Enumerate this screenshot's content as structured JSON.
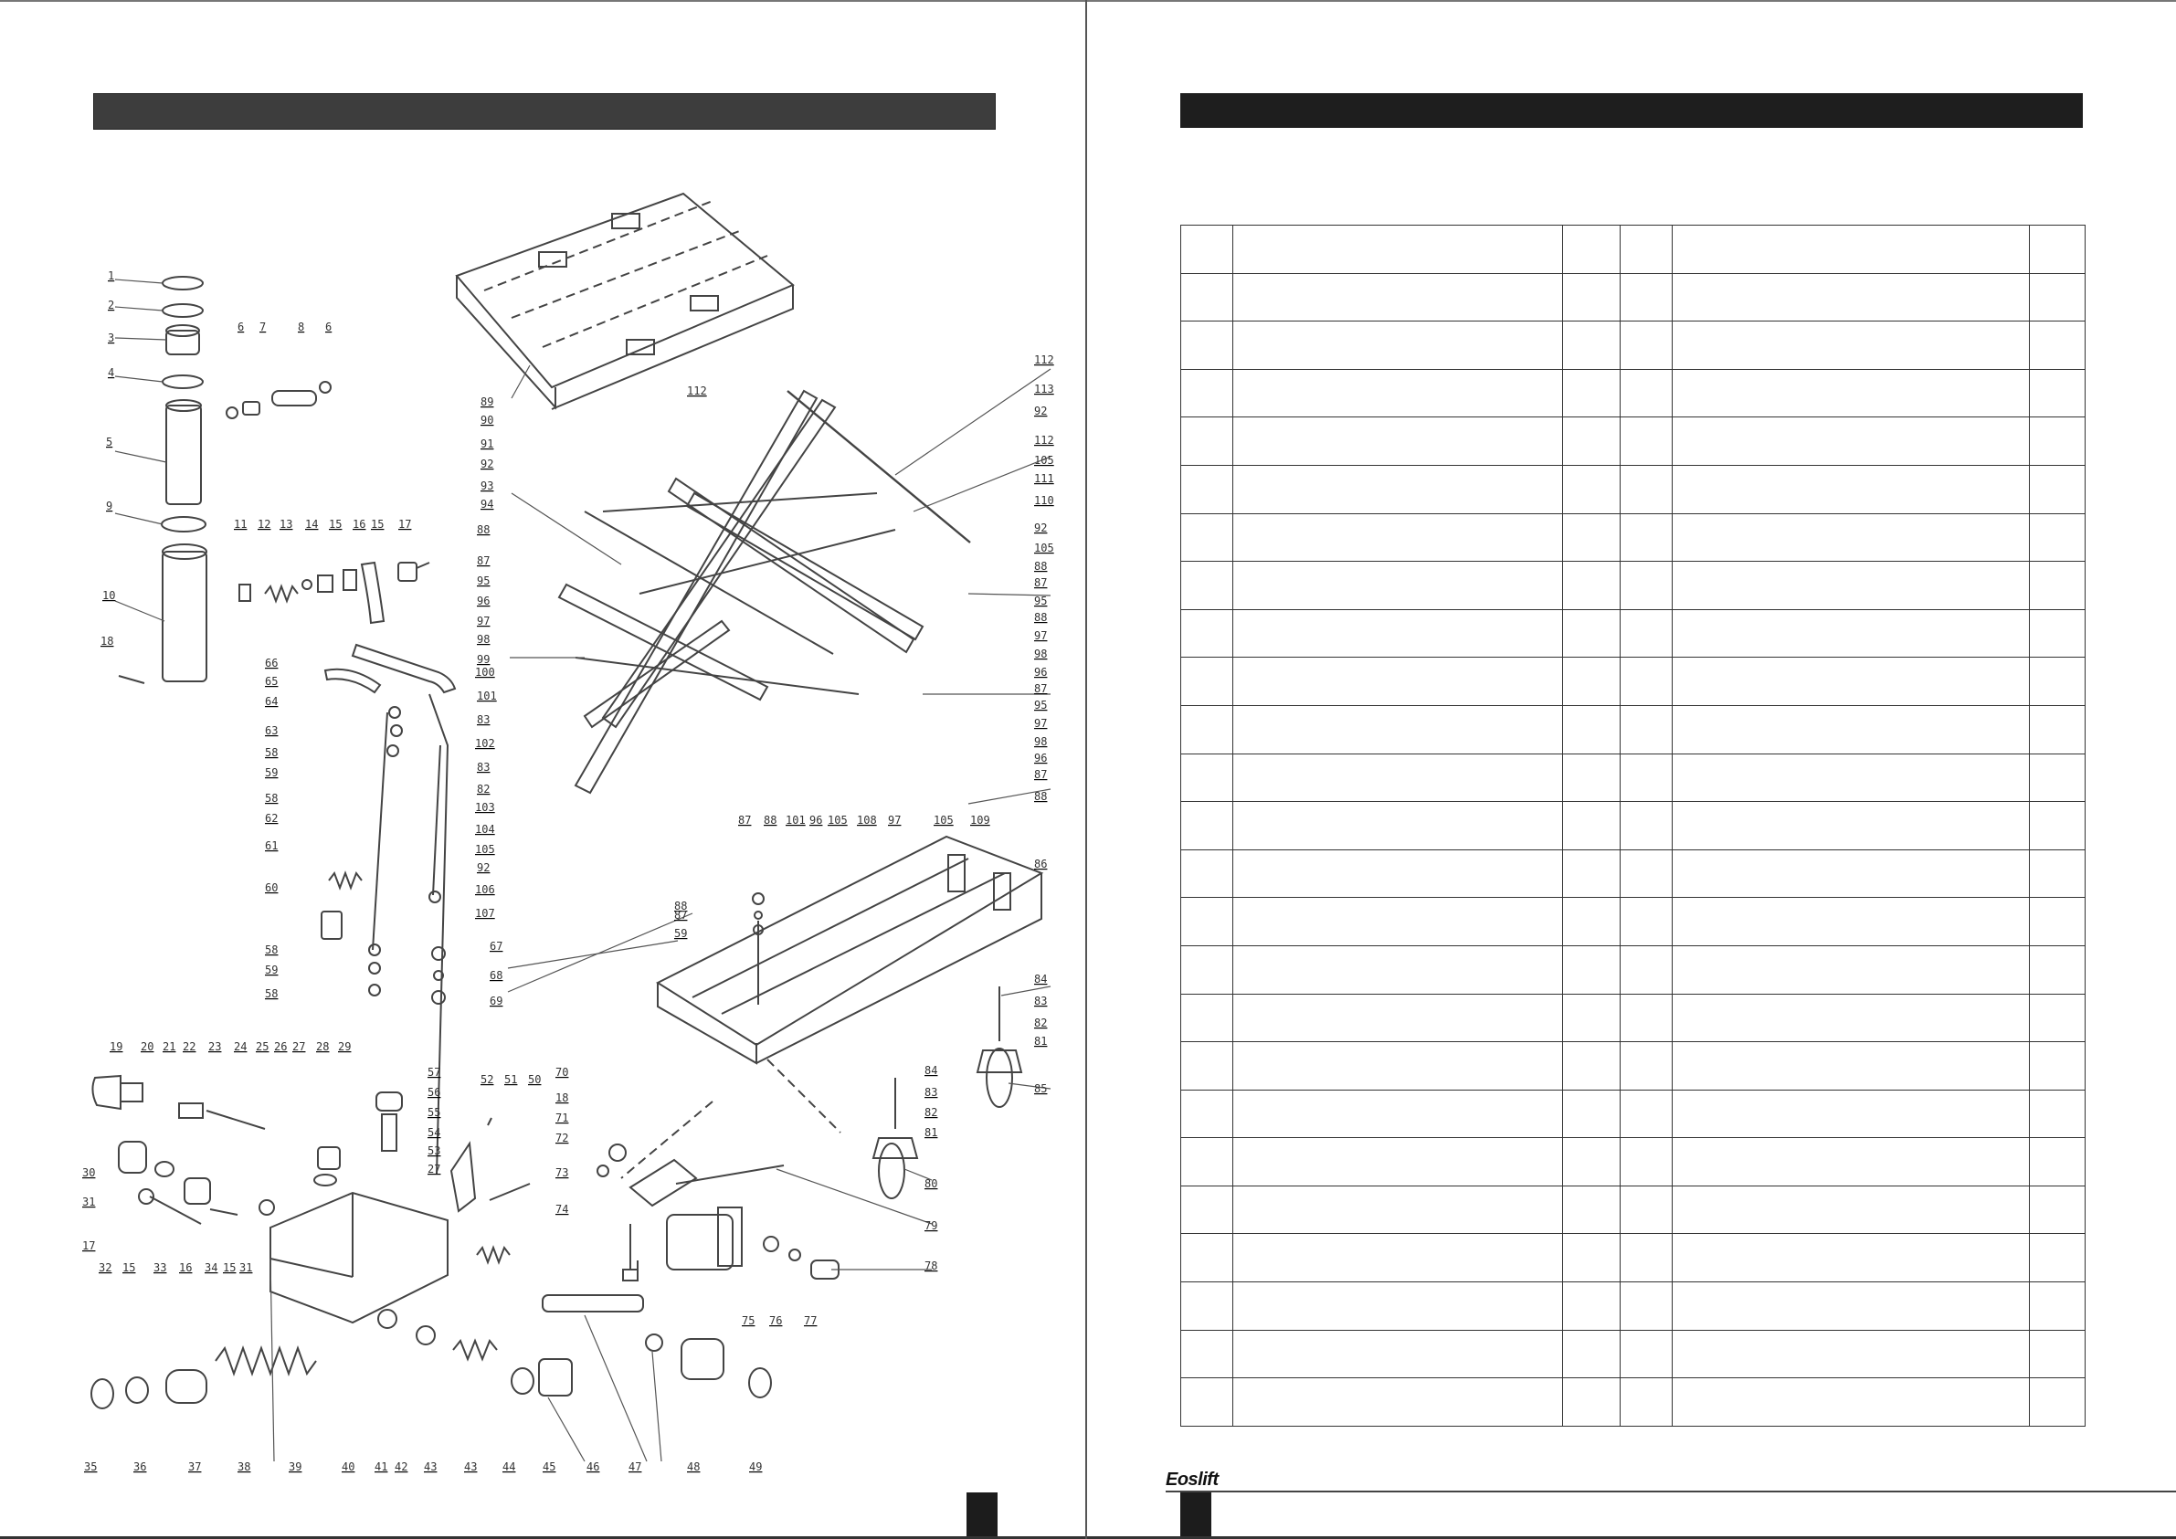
{
  "brand": {
    "name": "Eoslift"
  },
  "diagram": {
    "callouts": [
      "1",
      "2",
      "3",
      "4",
      "5",
      "6",
      "7",
      "8",
      "6",
      "9",
      "10",
      "11",
      "12",
      "13",
      "14",
      "15",
      "16",
      "15",
      "17",
      "18",
      "66",
      "65",
      "64",
      "63",
      "58",
      "59",
      "58",
      "62",
      "61",
      "60",
      "58",
      "59",
      "58",
      "67",
      "68",
      "69",
      "19",
      "20",
      "21",
      "22",
      "23",
      "24",
      "25",
      "26",
      "27",
      "28",
      "29",
      "57",
      "56",
      "55",
      "54",
      "53",
      "27",
      "52",
      "51",
      "50",
      "30",
      "31",
      "17",
      "32",
      "15",
      "33",
      "16",
      "34",
      "15",
      "31",
      "35",
      "36",
      "37",
      "38",
      "39",
      "40",
      "41",
      "42",
      "43",
      "43",
      "44",
      "45",
      "46",
      "47",
      "48",
      "49",
      "89",
      "90",
      "91",
      "92",
      "93",
      "94",
      "88",
      "87",
      "95",
      "96",
      "97",
      "98",
      "99",
      "100",
      "101",
      "83",
      "102",
      "83",
      "82",
      "103",
      "104",
      "105",
      "92",
      "106",
      "107",
      "112",
      "112",
      "113",
      "92",
      "112",
      "105",
      "111",
      "110",
      "92",
      "105",
      "88",
      "87",
      "95",
      "88",
      "97",
      "98",
      "96",
      "87",
      "95",
      "97",
      "98",
      "96",
      "87",
      "88",
      "87",
      "88",
      "101",
      "96",
      "105",
      "108",
      "97",
      "105",
      "109",
      "88",
      "87",
      "59",
      "86",
      "84",
      "83",
      "82",
      "81",
      "85",
      "84",
      "83",
      "82",
      "81",
      "80",
      "79",
      "78",
      "70",
      "18",
      "71",
      "72",
      "73",
      "74",
      "75",
      "76",
      "77"
    ]
  },
  "table": {
    "rows": 25,
    "columns": 6
  }
}
